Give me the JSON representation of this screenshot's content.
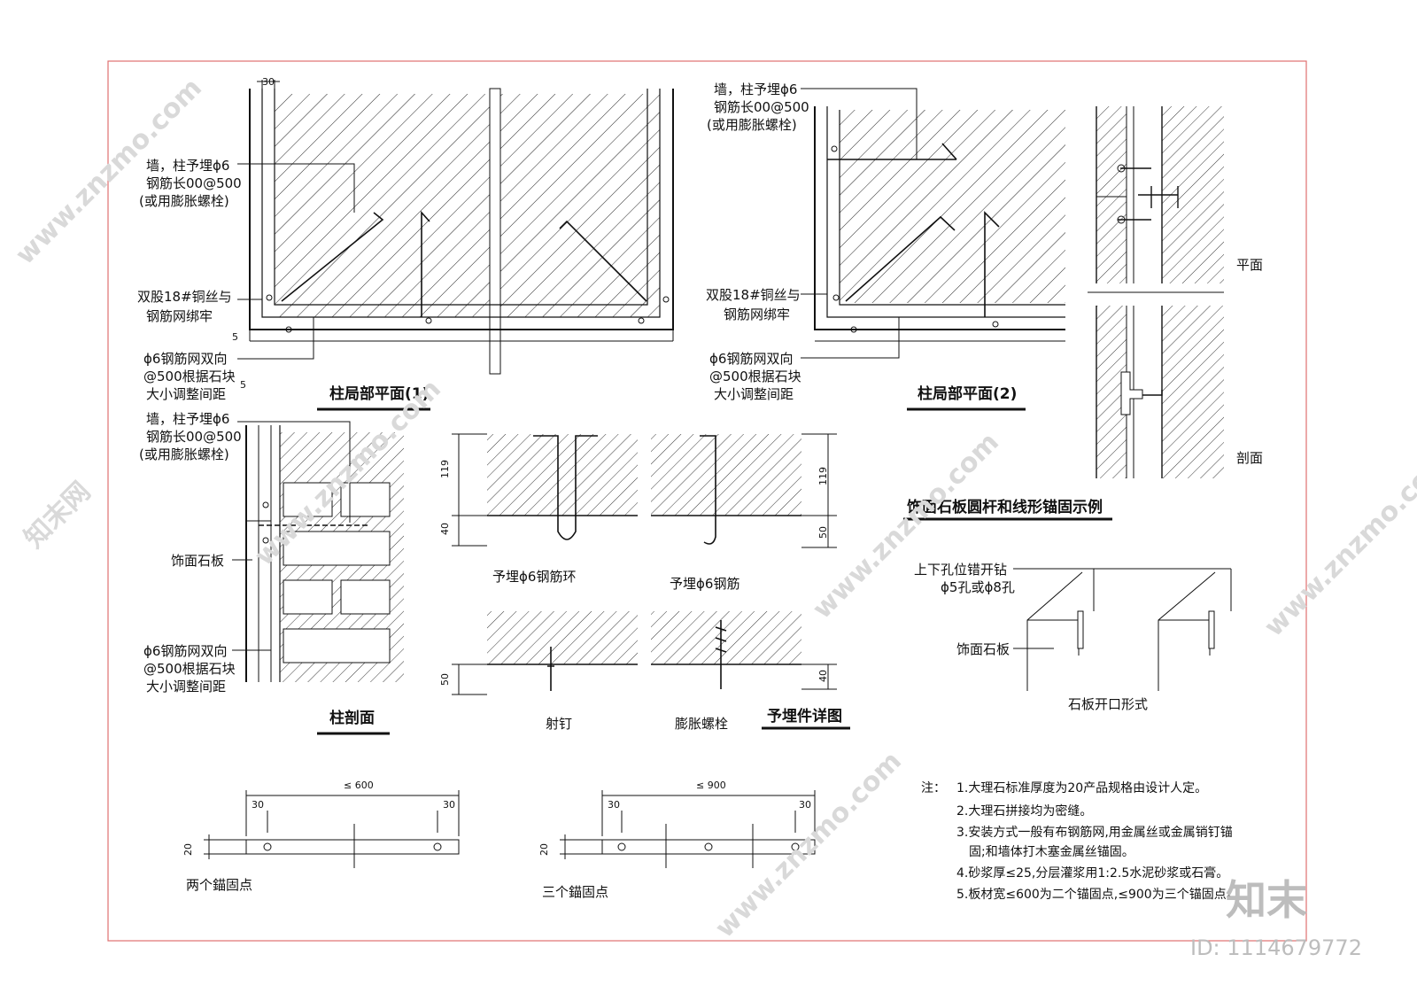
{
  "labels": {
    "wall_embed_1": "墙，柱予埋ϕ6",
    "wall_embed_2": "钢筋长00@500",
    "wall_embed_3": "(或用膨胀螺栓)",
    "wire_1": "双股18#铜丝与",
    "wire_2": "钢筋网绑牢",
    "mesh_1": "ϕ6钢筋网双向",
    "mesh_2": "@500根据石块",
    "mesh_3": "大小调整间距",
    "facing_stone": "饰面石板",
    "plan_label": "平面",
    "section_label": "剖面",
    "embed_ring": "予埋ϕ6钢筋环",
    "embed_bar": "予埋ϕ6钢筋",
    "nail": "射钉",
    "expansion_bolt": "膨胀螺栓",
    "drill_1": "上下孔位错开钻",
    "drill_2": "ϕ5孔或ϕ8孔",
    "opening_form": "石板开口形式",
    "two_points": "两个錨固点",
    "three_points": "三个錨固点"
  },
  "titles": {
    "col_plan_1": "柱局部平面(1)",
    "col_plan_2": "柱局部平面(2)",
    "col_section": "柱剖面",
    "embed_detail": "予埋件详图",
    "anchor_example": "饰面石板圆杆和线形锚固示例"
  },
  "dims": {
    "d30": "30",
    "d5": "5",
    "d119": "119",
    "d40": "40",
    "d50": "50",
    "d20": "20",
    "w600": "≤ 600",
    "w900": "≤ 900"
  },
  "notes": {
    "prefix": "注：",
    "items": [
      "1.大理石标准厚度为20产品规格由设计人定。",
      "2.大理石拼接均为密缝。",
      "3.安装方式一般有布钢筋网,用金属丝或金属销钉锚",
      "固;和墙体打木塞金属丝锚固。",
      "4.砂浆厚≤25,分层灌浆用1:2.5水泥砂浆或石膏。",
      "5.板材宽≤600为二个锚固点,≤900为三个锚固点。"
    ]
  },
  "watermark": {
    "site": "www.znzmo.com",
    "brand": "知末网",
    "logo": "知末",
    "id": "ID: 1114679772"
  },
  "colors": {
    "line": "#111111",
    "frame": "#e07070",
    "watermark": "#d9d9d9"
  }
}
